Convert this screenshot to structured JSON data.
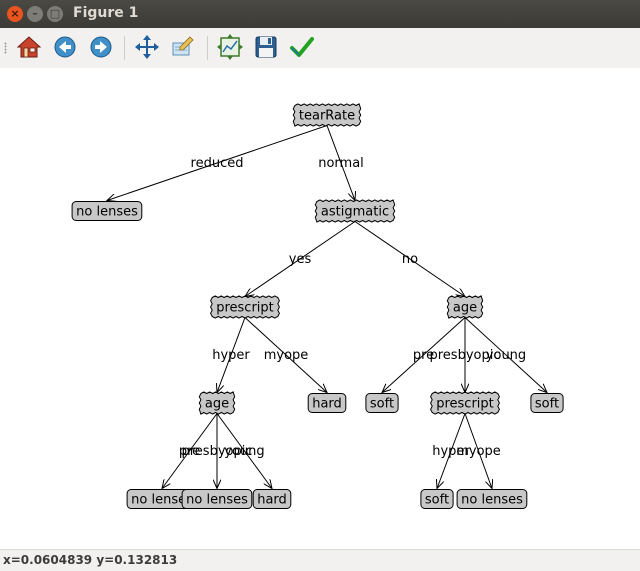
{
  "window": {
    "title": "Figure 1",
    "close_glyph": "×",
    "min_glyph": "–",
    "max_glyph": "□"
  },
  "toolbar": {
    "buttons": [
      {
        "icon": "home-icon"
      },
      {
        "icon": "back-arrow-icon"
      },
      {
        "icon": "forward-arrow-icon"
      },
      {
        "icon": "pan-move-icon"
      },
      {
        "icon": "zoom-rect-icon"
      },
      {
        "icon": "subplots-configure-icon"
      },
      {
        "icon": "save-disk-icon"
      },
      {
        "icon": "edit-check-icon"
      }
    ]
  },
  "status": {
    "text": "x=0.0604839    y=0.132813"
  },
  "tree": {
    "nodes": [
      {
        "id": "n0",
        "label": "tearRate",
        "type": "decision"
      },
      {
        "id": "n1",
        "label": "no lenses",
        "type": "leaf"
      },
      {
        "id": "n2",
        "label": "astigmatic",
        "type": "decision"
      },
      {
        "id": "n3",
        "label": "prescript",
        "type": "decision"
      },
      {
        "id": "n4",
        "label": "age",
        "type": "decision"
      },
      {
        "id": "n5",
        "label": "age",
        "type": "decision"
      },
      {
        "id": "n6",
        "label": "hard",
        "type": "leaf"
      },
      {
        "id": "n7",
        "label": "soft",
        "type": "leaf"
      },
      {
        "id": "n8",
        "label": "prescript",
        "type": "decision"
      },
      {
        "id": "n9",
        "label": "soft",
        "type": "leaf"
      },
      {
        "id": "n10",
        "label": "no lenses",
        "type": "leaf"
      },
      {
        "id": "n11",
        "label": "no lenses",
        "type": "leaf"
      },
      {
        "id": "n12",
        "label": "hard",
        "type": "leaf"
      },
      {
        "id": "n13",
        "label": "soft",
        "type": "leaf"
      },
      {
        "id": "n14",
        "label": "no lenses",
        "type": "leaf"
      }
    ],
    "edges": [
      {
        "from": "n0",
        "to": "n1",
        "label": "reduced"
      },
      {
        "from": "n0",
        "to": "n2",
        "label": "normal"
      },
      {
        "from": "n2",
        "to": "n3",
        "label": "yes"
      },
      {
        "from": "n2",
        "to": "n4",
        "label": "no"
      },
      {
        "from": "n3",
        "to": "n5",
        "label": "hyper"
      },
      {
        "from": "n3",
        "to": "n6",
        "label": "myope"
      },
      {
        "from": "n4",
        "to": "n7",
        "label": "pre"
      },
      {
        "from": "n4",
        "to": "n8",
        "label": "presbyopic"
      },
      {
        "from": "n4",
        "to": "n9",
        "label": "young"
      },
      {
        "from": "n5",
        "to": "n10",
        "label": "pre"
      },
      {
        "from": "n5",
        "to": "n11",
        "label": "presbyopic"
      },
      {
        "from": "n5",
        "to": "n12",
        "label": "young"
      },
      {
        "from": "n8",
        "to": "n13",
        "label": "hyper"
      },
      {
        "from": "n8",
        "to": "n14",
        "label": "myope"
      }
    ]
  }
}
